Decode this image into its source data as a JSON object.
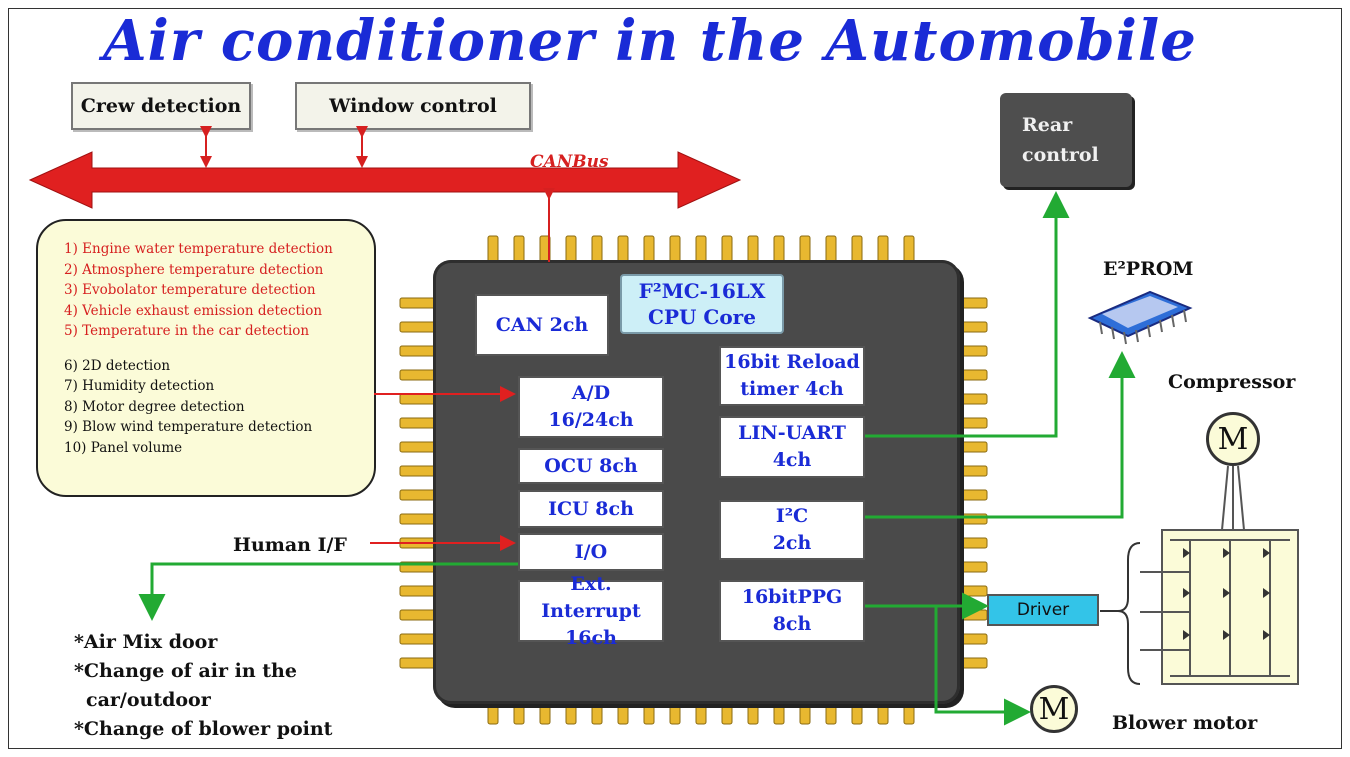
{
  "title": "Air conditioner in the Automobile",
  "top_boxes": {
    "crew": "Crew detection",
    "window": "Window control"
  },
  "canbus_label": "CANBus",
  "sensors": {
    "red": [
      "1) Engine water temperature detection",
      "2) Atmosphere temperature detection",
      "3) Evobolator temperature detection",
      "4) Vehicle exhaust emission detection",
      "5) Temperature in the car detection"
    ],
    "black": [
      "6) 2D detection",
      "7) Humidity detection",
      "8) Motor degree detection",
      "9) Blow wind temperature detection",
      "10) Panel volume"
    ]
  },
  "cpu_core": {
    "line1": "F²MC-16LX",
    "line2": "CPU Core"
  },
  "blocks": {
    "can": "CAN 2ch",
    "ad_1": "A/D",
    "ad_2": "16/24ch",
    "ocu": "OCU 8ch",
    "icu": "ICU 8ch",
    "io": "I/O",
    "ext_1": "Ext. Interrupt",
    "ext_2": "16ch",
    "reload_1": "16bit Reload",
    "reload_2": "timer 4ch",
    "lin_1": "LIN-UART",
    "lin_2": "4ch",
    "i2c_1": "I²C",
    "i2c_2": "2ch",
    "ppg_1": "16bitPPG",
    "ppg_2": "8ch"
  },
  "rear_control": {
    "line1": "Rear",
    "line2": "control"
  },
  "eeprom_label": "E²PROM",
  "compressor_label": "Compressor",
  "blower_label": "Blower motor",
  "motor_symbol": "M",
  "driver_label": "Driver",
  "human_if": "Human I/F",
  "outputs": [
    "*Air Mix door",
    "*Change of air in the",
    "  car/outdoor",
    "*Change of blower point"
  ],
  "colors": {
    "title": "#1a2bd6",
    "red_arrow": "#e02020",
    "green_arrow": "#22aa33",
    "chip": "#4a4a4a",
    "pins": "#e8b830"
  }
}
